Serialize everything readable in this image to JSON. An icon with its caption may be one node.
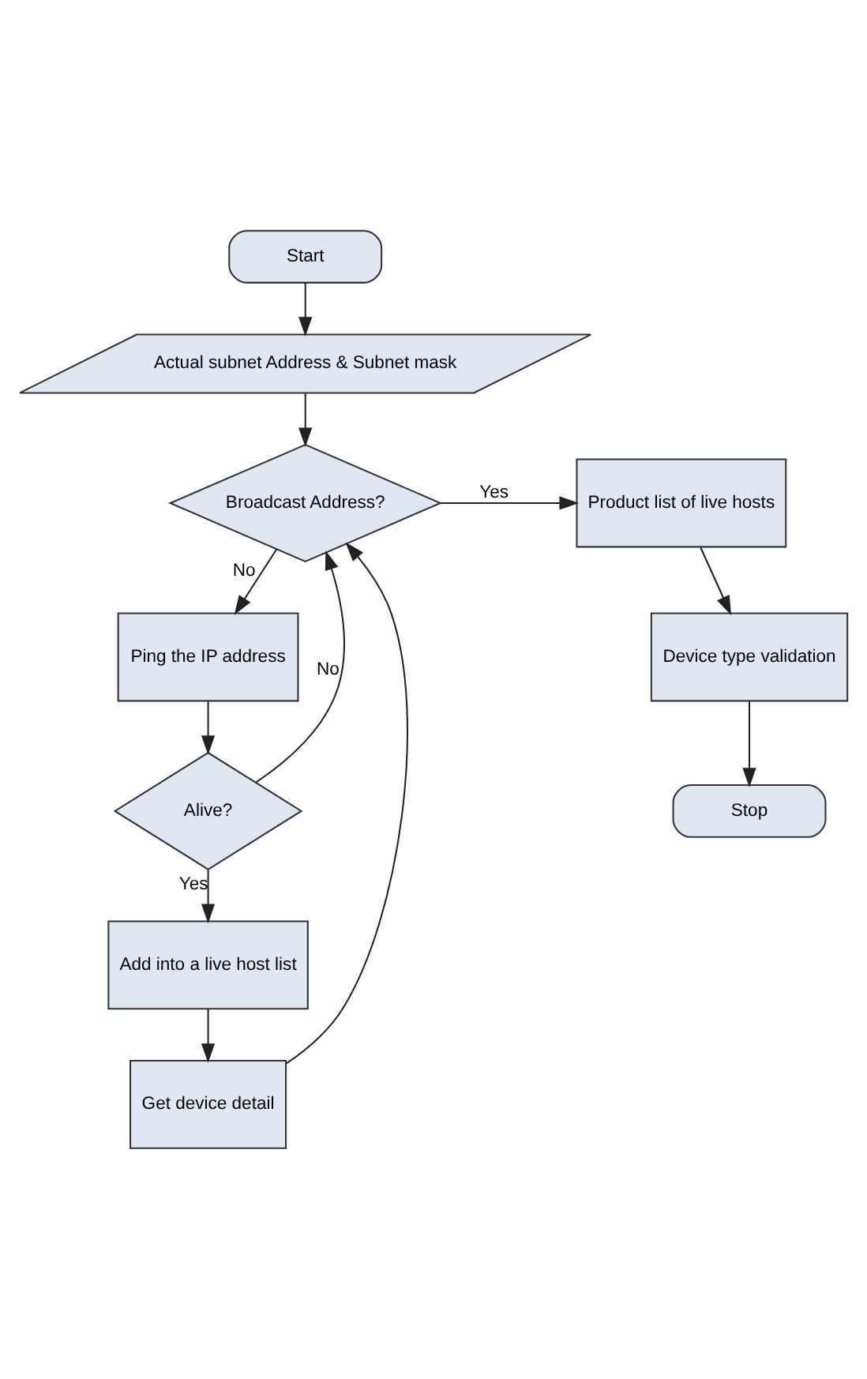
{
  "diagram": {
    "nodes": [
      {
        "text": [
          "Start"
        ]
      },
      {
        "text": [
          "Actual subnet Address & Subnet mask"
        ]
      },
      {
        "text": [
          "Broadcast Address?"
        ]
      },
      {
        "text": [
          "Product list of live hosts"
        ]
      },
      {
        "text": [
          "Device type validation"
        ]
      },
      {
        "text": [
          "Stop"
        ]
      },
      {
        "text": [
          "Ping the IP address"
        ]
      },
      {
        "text": [
          "Alive?"
        ]
      },
      {
        "text": [
          "Add into a live host list"
        ]
      },
      {
        "text": [
          "Get device detail"
        ]
      }
    ],
    "edges": [
      {
        "from": 0,
        "to": 1,
        "arrow": "to"
      },
      {
        "from": 1,
        "to": 2,
        "arrow": "to"
      },
      {
        "from": 2,
        "to": 3,
        "arrow": "to",
        "label": "Yes"
      },
      {
        "from": 3,
        "to": 4,
        "arrow": "to"
      },
      {
        "from": 4,
        "to": 5,
        "arrow": "to"
      },
      {
        "from": 2,
        "to": 6,
        "arrow": "to",
        "label": "No"
      },
      {
        "from": 6,
        "to": 7,
        "arrow": "to"
      },
      {
        "from": 7,
        "to": 2,
        "arrow": "to",
        "label": "No"
      },
      {
        "from": 7,
        "to": 8,
        "arrow": "to",
        "label": "Yes"
      },
      {
        "from": 8,
        "to": 9,
        "arrow": "to"
      },
      {
        "from": 9,
        "to": 2,
        "arrow": "to"
      }
    ]
  }
}
